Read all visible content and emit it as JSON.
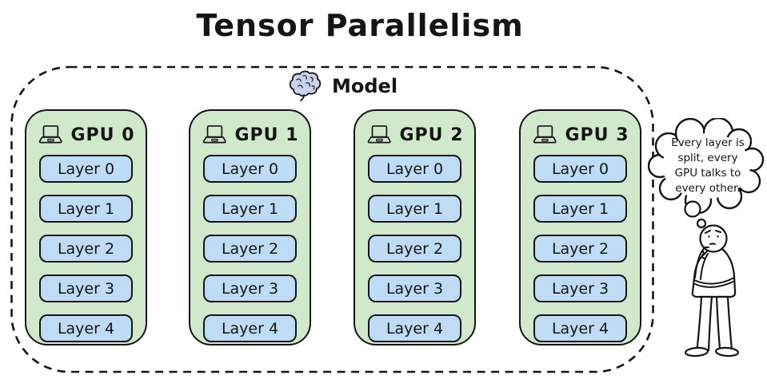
{
  "title": "Tensor Parallelism",
  "model": {
    "label": "Model",
    "icon": "brain-icon"
  },
  "gpus": [
    {
      "label": "GPU 0",
      "icon": "laptop-icon",
      "layers": [
        "Layer 0",
        "Layer 1",
        "Layer 2",
        "Layer 3",
        "Layer 4"
      ]
    },
    {
      "label": "GPU 1",
      "icon": "laptop-icon",
      "layers": [
        "Layer 0",
        "Layer 1",
        "Layer 2",
        "Layer 3",
        "Layer 4"
      ]
    },
    {
      "label": "GPU 2",
      "icon": "laptop-icon",
      "layers": [
        "Layer 0",
        "Layer 1",
        "Layer 2",
        "Layer 3",
        "Layer 4"
      ]
    },
    {
      "label": "GPU 3",
      "icon": "laptop-icon",
      "layers": [
        "Layer 0",
        "Layer 1",
        "Layer 2",
        "Layer 3",
        "Layer 4"
      ]
    }
  ],
  "bubble": {
    "text": "Every layer is\nsplit, every\nGPU talks to\nevery other."
  },
  "colors": {
    "gpu-fill": "#cfe9ca",
    "layer-fill": "#bedcf6",
    "ink": "#151515",
    "brain-fill": "#c9d3f0",
    "bubble-fill": "#ffffff"
  }
}
